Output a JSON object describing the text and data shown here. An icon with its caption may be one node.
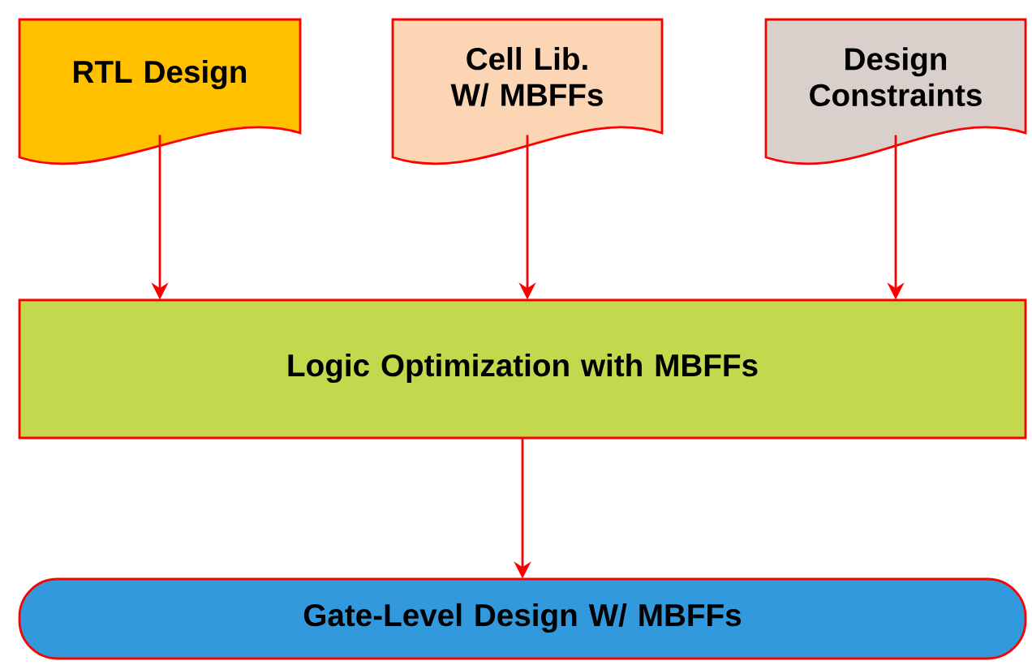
{
  "diagram": {
    "nodes": [
      {
        "text": [
          "RTL Design"
        ]
      },
      {
        "text": [
          "Cell Lib. W/ MBFFs"
        ]
      },
      {
        "text": [
          "Design Constraints"
        ]
      },
      {
        "text": [
          "Logic Optimization with MBFFs"
        ]
      },
      {
        "text": [
          "Gate-Level Design W/ MBFFs"
        ]
      }
    ],
    "edges": [
      {
        "from": 0,
        "to": 3,
        "arrow": "to"
      },
      {
        "from": 1,
        "to": 3,
        "arrow": "to"
      },
      {
        "from": 2,
        "to": 3,
        "arrow": "to"
      },
      {
        "from": 3,
        "to": 4,
        "arrow": "to"
      }
    ]
  }
}
